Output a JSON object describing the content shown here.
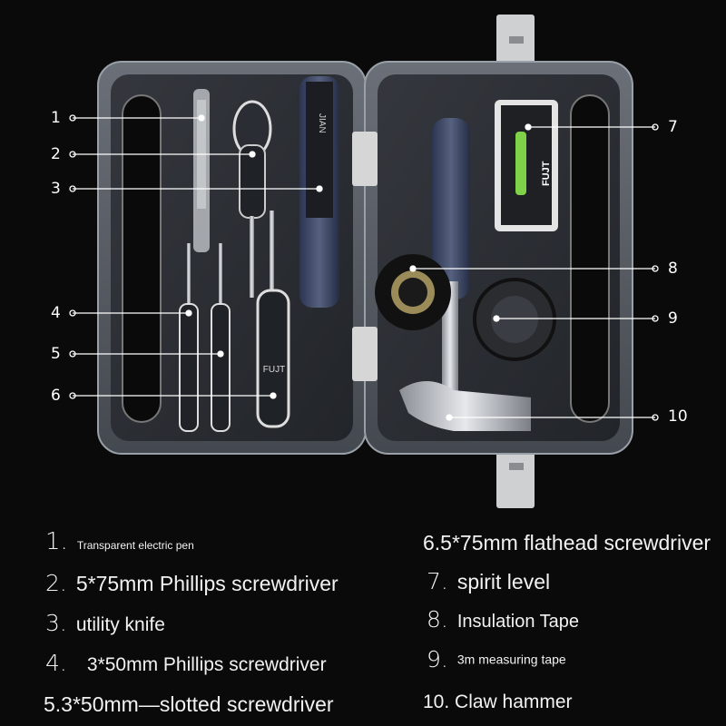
{
  "callouts": [
    "1",
    "2",
    "3",
    "4",
    "5",
    "6",
    "7",
    "8",
    "9",
    "10"
  ],
  "brand": "FUJT",
  "knife_text": "JIAN",
  "legend": {
    "left": [
      {
        "num": "1.",
        "text": "Transparent electric pen"
      },
      {
        "num": "2.",
        "text": "5*75mm Phillips screwdriver"
      },
      {
        "num": "3.",
        "text": "utility knife"
      },
      {
        "num": "4.",
        "text": "3*50mm Phillips screwdriver"
      },
      {
        "num": "",
        "text": "5.3*50mm—slotted screwdriver"
      }
    ],
    "right": [
      {
        "num": "",
        "text": "6.5*75mm flathead screwdriver"
      },
      {
        "num": "7.",
        "text": "spirit level"
      },
      {
        "num": "8.",
        "text": "Insulation Tape"
      },
      {
        "num": "9.",
        "text": "3m measuring tape"
      },
      {
        "num": "",
        "text": "10. Claw hammer"
      }
    ]
  },
  "colors": {
    "background": "#0a0a0a",
    "case": "#5a5e66",
    "tray": "#2b2e33",
    "latch": "#d8d8d8"
  }
}
